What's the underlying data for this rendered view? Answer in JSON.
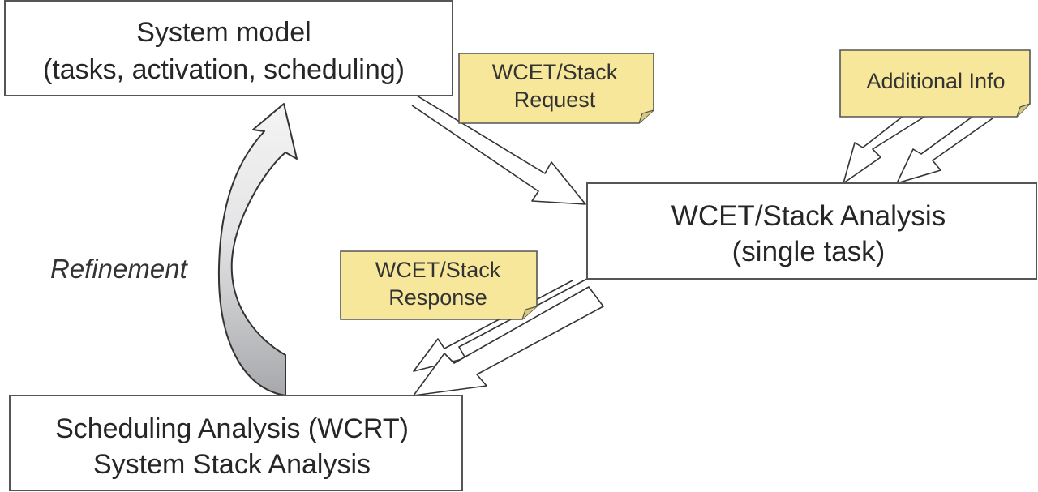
{
  "colors": {
    "note_fill": "#f7e79a",
    "box_stroke": "#555555",
    "refine_gradient_top": "#f2f2f2",
    "refine_gradient_bottom": "#a9aaad"
  },
  "boxes": {
    "system_model": {
      "line1": "System model",
      "line2": "(tasks, activation, scheduling)"
    },
    "wcet_analysis": {
      "line1": "WCET/Stack Analysis",
      "line2": "(single task)"
    },
    "scheduling_analysis": {
      "line1": "Scheduling Analysis (WCRT)",
      "line2": "System Stack Analysis"
    }
  },
  "notes": {
    "request": {
      "line1": "WCET/Stack",
      "line2": "Request"
    },
    "additional_info": {
      "line1": "Additional Info"
    },
    "response": {
      "line1": "WCET/Stack",
      "line2": "Response"
    }
  },
  "refinement": {
    "label": "Refinement"
  }
}
